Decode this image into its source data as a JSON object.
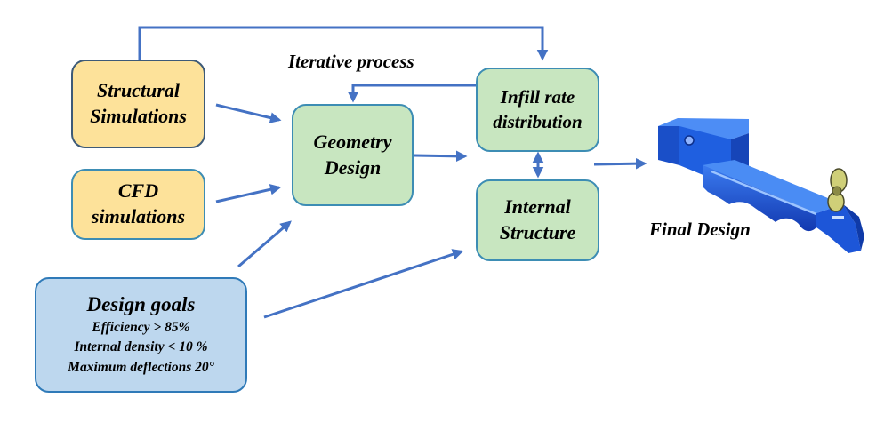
{
  "diagram": {
    "colors": {
      "arrow": "#4472c4",
      "yellow_fill": "#fde29a",
      "green_fill": "#c8e6c0",
      "blue_fill": "#bdd7ee",
      "model_blue": "#1c55d4"
    },
    "boxes": {
      "structural": {
        "line1": "Structural",
        "line2": "Simulations"
      },
      "cfd": {
        "line1": "CFD",
        "line2": "simulations"
      },
      "goals": {
        "title": "Design goals",
        "line1": "Efficiency > 85%",
        "line2": "Internal density < 10 %",
        "line3": "Maximum deflections 20°"
      },
      "geometry": {
        "line1": "Geometry",
        "line2": "Design"
      },
      "infill": {
        "line1": "Infill rate",
        "line2": "distribution"
      },
      "internal": {
        "line1": "Internal",
        "line2": "Structure"
      }
    },
    "labels": {
      "iterative": "Iterative process",
      "final": "Final Design"
    }
  }
}
